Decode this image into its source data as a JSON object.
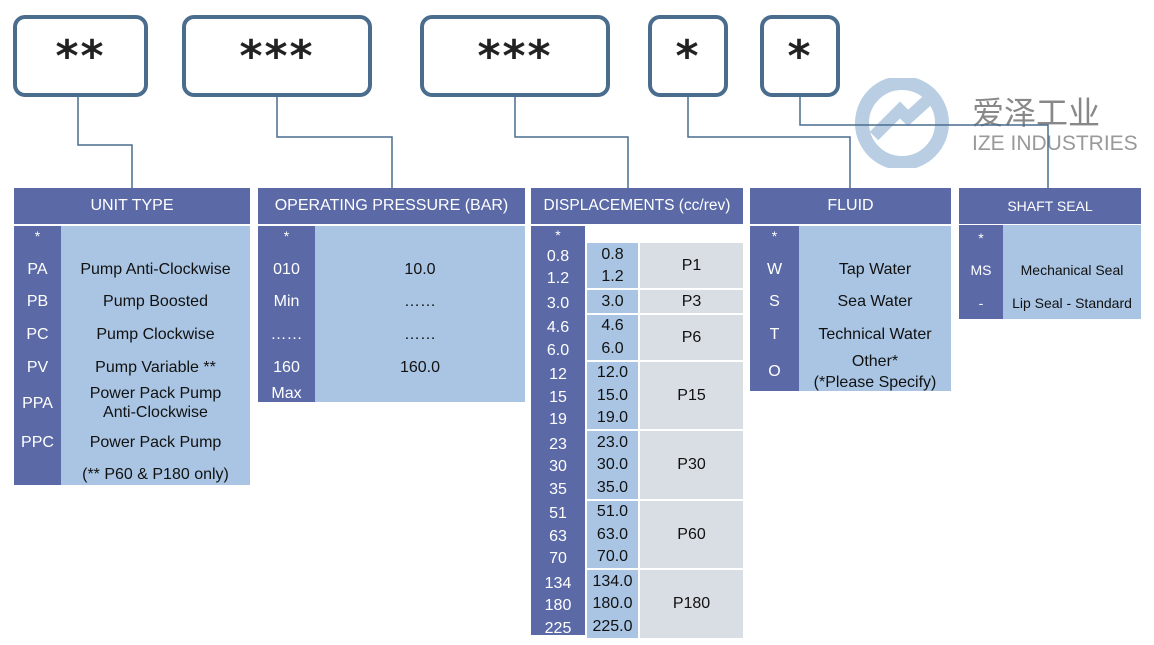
{
  "code_boxes": [
    "**",
    "***",
    "***",
    "*",
    "*"
  ],
  "watermark": {
    "cn": "爱泽工业",
    "en": "IZE INDUSTRIES"
  },
  "unit_type": {
    "header": "UNIT TYPE",
    "codes": [
      "*",
      "PA",
      "PB",
      "PC",
      "PV",
      "PPA",
      "PPC"
    ],
    "descs": [
      "Pump Anti-Clockwise",
      "Pump Boosted",
      "Pump Clockwise",
      "Pump Variable **",
      "Power Pack Pump",
      "Anti-Clockwise",
      "Power Pack Pump",
      "(** P60 & P180 only)"
    ]
  },
  "pressure": {
    "header": "OPERATING PRESSURE (BAR)",
    "codes": [
      "*",
      "010",
      "Min",
      "……",
      "160",
      "Max"
    ],
    "values": [
      "10.0",
      "……",
      "……",
      "160.0"
    ]
  },
  "displacements": {
    "header": "DISPLACEMENTS  (cc/rev)",
    "star": "*",
    "groups": [
      {
        "codes": [
          "0.8",
          "1.2"
        ],
        "values": [
          "0.8",
          "1.2"
        ],
        "model": "P1"
      },
      {
        "codes": [
          "3.0"
        ],
        "values": [
          "3.0"
        ],
        "model": "P3"
      },
      {
        "codes": [
          "4.6",
          "6.0"
        ],
        "values": [
          "4.6",
          "6.0"
        ],
        "model": "P6"
      },
      {
        "codes": [
          "12",
          "15",
          "19"
        ],
        "values": [
          "12.0",
          "15.0",
          "19.0"
        ],
        "model": "P15"
      },
      {
        "codes": [
          "23",
          "30",
          "35"
        ],
        "values": [
          "23.0",
          "30.0",
          "35.0"
        ],
        "model": "P30"
      },
      {
        "codes": [
          "51",
          "63",
          "70"
        ],
        "values": [
          "51.0",
          "63.0",
          "70.0"
        ],
        "model": "P60"
      },
      {
        "codes": [
          "134",
          "180",
          "225"
        ],
        "values": [
          "134.0",
          "180.0",
          "225.0"
        ],
        "model": "P180"
      }
    ]
  },
  "fluid": {
    "header": "FLUID",
    "codes": [
      "*",
      "W",
      "S",
      "T",
      "O"
    ],
    "descs": [
      "Tap Water",
      "Sea Water",
      "Technical Water",
      "Other*",
      "(*Please Specify)"
    ]
  },
  "shaft_seal": {
    "header": "SHAFT SEAL",
    "codes": [
      "*",
      "MS",
      "-"
    ],
    "descs": [
      "Mechanical Seal",
      "Lip Seal - Standard"
    ]
  },
  "colors": {
    "box_border": "#4a6d8e",
    "header": "#5b6aa7",
    "light": "#a9c5e3",
    "grey": "#d9dde4"
  }
}
